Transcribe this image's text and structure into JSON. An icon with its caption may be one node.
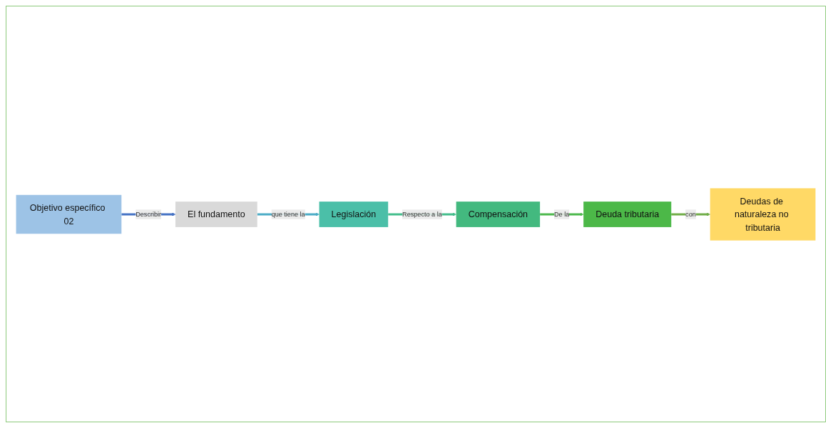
{
  "diagram": {
    "nodes": [
      {
        "text": [
          "Objetivo específico 02"
        ]
      },
      {
        "text": [
          "El fundamento"
        ]
      },
      {
        "text": [
          "Legislación"
        ]
      },
      {
        "text": [
          "Compensación"
        ]
      },
      {
        "text": [
          "Deuda tributaria"
        ]
      },
      {
        "text": [
          "Deudas de naturaleza no tributaria"
        ]
      }
    ],
    "edges": [
      {
        "from": 0,
        "to": 1,
        "arrow": "to",
        "label": "Describir",
        "color": "#4472c4"
      },
      {
        "from": 1,
        "to": 2,
        "arrow": "to",
        "label": "que tiene la",
        "color": "#4bacc6"
      },
      {
        "from": 2,
        "to": 3,
        "arrow": "to",
        "label": "Respecto a la",
        "color": "#43bd8b"
      },
      {
        "from": 3,
        "to": 4,
        "arrow": "to",
        "label": "De la",
        "color": "#4cb84c"
      },
      {
        "from": 4,
        "to": 5,
        "arrow": "to",
        "label": "con",
        "color": "#70ad47"
      }
    ]
  }
}
